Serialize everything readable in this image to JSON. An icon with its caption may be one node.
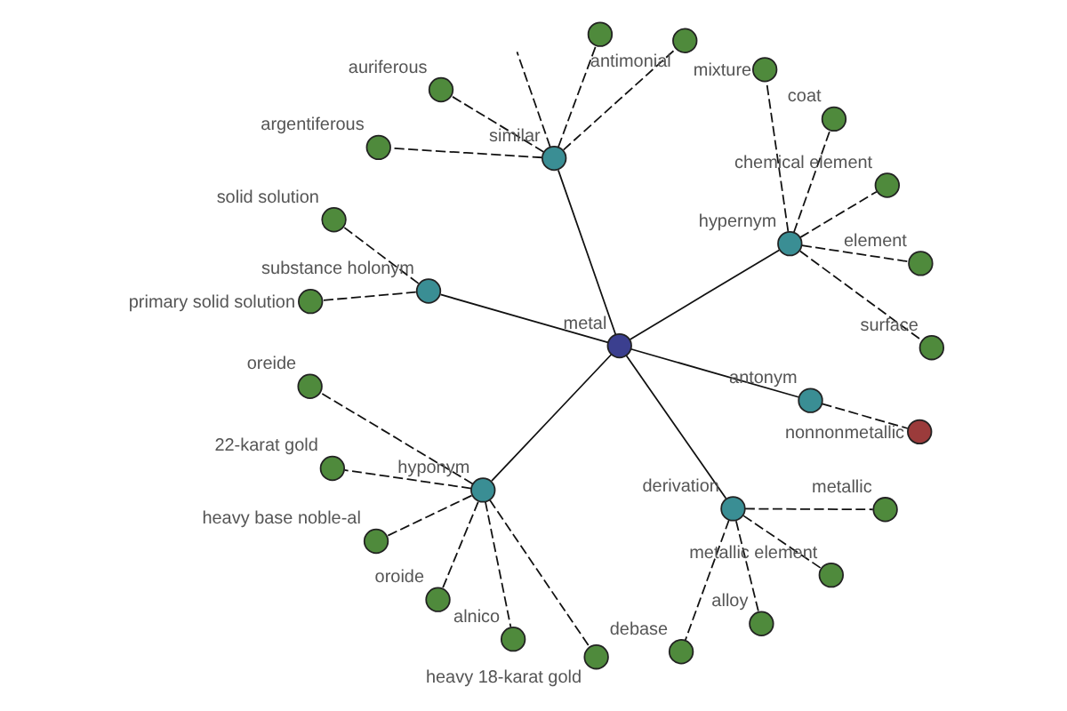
{
  "diagram": {
    "nodes": [
      {
        "text": [
          "metal"
        ]
      },
      {
        "text": [
          "antonym"
        ]
      },
      {
        "text": [
          "nonnonmetallic"
        ]
      },
      {
        "text": [
          "hypernym"
        ]
      },
      {
        "text": [
          "surface"
        ]
      },
      {
        "text": [
          "element"
        ]
      },
      {
        "text": [
          "chemical element"
        ]
      },
      {
        "text": [
          "coat"
        ]
      },
      {
        "text": [
          "mixture"
        ]
      },
      {
        "text": [
          "similar"
        ]
      },
      {
        "text": [
          "antimonial"
        ]
      },
      {
        "text": [],
        "shape": "circle"
      },
      {
        "text": [
          "auriferous"
        ]
      },
      {
        "text": [
          "argentiferous"
        ]
      },
      {
        "text": [
          "substance holonym"
        ]
      },
      {
        "text": [
          "solid solution"
        ]
      },
      {
        "text": [
          "primary solid solution"
        ]
      },
      {
        "text": [
          "hyponym"
        ]
      },
      {
        "text": [
          "oreide"
        ]
      },
      {
        "text": [
          "22-karat gold"
        ]
      },
      {
        "text": [
          "heavy base noble-al"
        ]
      },
      {
        "text": [
          "oroide"
        ]
      },
      {
        "text": [
          "alnico"
        ]
      },
      {
        "text": [
          "heavy 18-karat gold"
        ]
      },
      {
        "text": [
          "derivation"
        ]
      },
      {
        "text": [
          "debase"
        ]
      },
      {
        "text": [
          "alloy"
        ]
      },
      {
        "text": [
          "metallic element"
        ]
      },
      {
        "text": [
          "metallic"
        ]
      }
    ],
    "edges": [
      {
        "from": 0,
        "to": 1,
        "arrow": "none"
      },
      {
        "from": 1,
        "to": 2,
        "arrow": "none",
        "style": "dashed"
      },
      {
        "from": 0,
        "to": 3,
        "arrow": "none"
      },
      {
        "from": 3,
        "to": 4,
        "arrow": "none",
        "style": "dashed"
      },
      {
        "from": 3,
        "to": 5,
        "arrow": "none",
        "style": "dashed"
      },
      {
        "from": 3,
        "to": 6,
        "arrow": "none",
        "style": "dashed"
      },
      {
        "from": 3,
        "to": 7,
        "arrow": "none",
        "style": "dashed"
      },
      {
        "from": 3,
        "to": 8,
        "arrow": "none",
        "style": "dashed"
      },
      {
        "from": 0,
        "to": 9,
        "arrow": "none"
      },
      {
        "from": 9,
        "to": 10,
        "arrow": "none",
        "style": "dashed"
      },
      {
        "from": 9,
        "to": 11,
        "arrow": "none",
        "style": "dashed"
      },
      {
        "from": 9,
        "to": null,
        "arrow": "none",
        "style": "dashed"
      },
      {
        "from": 9,
        "to": 12,
        "arrow": "none",
        "style": "dashed"
      },
      {
        "from": 9,
        "to": 13,
        "arrow": "none",
        "style": "dashed"
      },
      {
        "from": 0,
        "to": 14,
        "arrow": "none"
      },
      {
        "from": 14,
        "to": 15,
        "arrow": "none",
        "style": "dashed"
      },
      {
        "from": 14,
        "to": 16,
        "arrow": "none",
        "style": "dashed"
      },
      {
        "from": 0,
        "to": 17,
        "arrow": "none"
      },
      {
        "from": 17,
        "to": 18,
        "arrow": "none",
        "style": "dashed"
      },
      {
        "from": 17,
        "to": 19,
        "arrow": "none",
        "style": "dashed"
      },
      {
        "from": 17,
        "to": 20,
        "arrow": "none",
        "style": "dashed"
      },
      {
        "from": 17,
        "to": 21,
        "arrow": "none",
        "style": "dashed"
      },
      {
        "from": 17,
        "to": 22,
        "arrow": "none",
        "style": "dashed"
      },
      {
        "from": 17,
        "to": 23,
        "arrow": "none",
        "style": "dashed"
      },
      {
        "from": 0,
        "to": 24,
        "arrow": "none"
      },
      {
        "from": 24,
        "to": 25,
        "arrow": "none",
        "style": "dashed"
      },
      {
        "from": 24,
        "to": 26,
        "arrow": "none",
        "style": "dashed"
      },
      {
        "from": 24,
        "to": 27,
        "arrow": "none",
        "style": "dashed"
      },
      {
        "from": 24,
        "to": 28,
        "arrow": "none",
        "style": "dashed"
      }
    ]
  }
}
